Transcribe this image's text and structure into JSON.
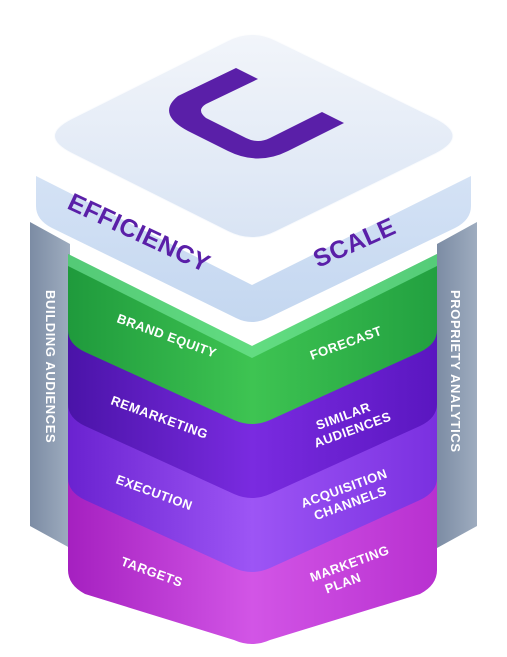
{
  "top": {
    "left_label": "EFFICIENCY",
    "right_label": "SCALE",
    "logo_icon": "u-logo-icon"
  },
  "side_pillars": {
    "left": "BUILDING AUDIENCES",
    "right": "PROPRIETY ANALYTICS"
  },
  "layers": [
    {
      "left": "BRAND EQUITY",
      "right": [
        "FORECAST"
      ],
      "color": "#2fb84a"
    },
    {
      "left": "REMARKETING",
      "right": [
        "SIMILAR",
        "AUDIENCES"
      ],
      "color": "#6a1fd0"
    },
    {
      "left": "EXECUTION",
      "right": [
        "ACQUISITION",
        "CHANNELS"
      ],
      "color": "#8a3ff0"
    },
    {
      "left": "TARGETS",
      "right": [
        "MARKETING",
        "PLAN"
      ],
      "color": "#c03fd8"
    }
  ],
  "colors": {
    "logo": "#5a1fa8",
    "top_face": "#dde7f5",
    "pillar": "#8d9db3"
  }
}
